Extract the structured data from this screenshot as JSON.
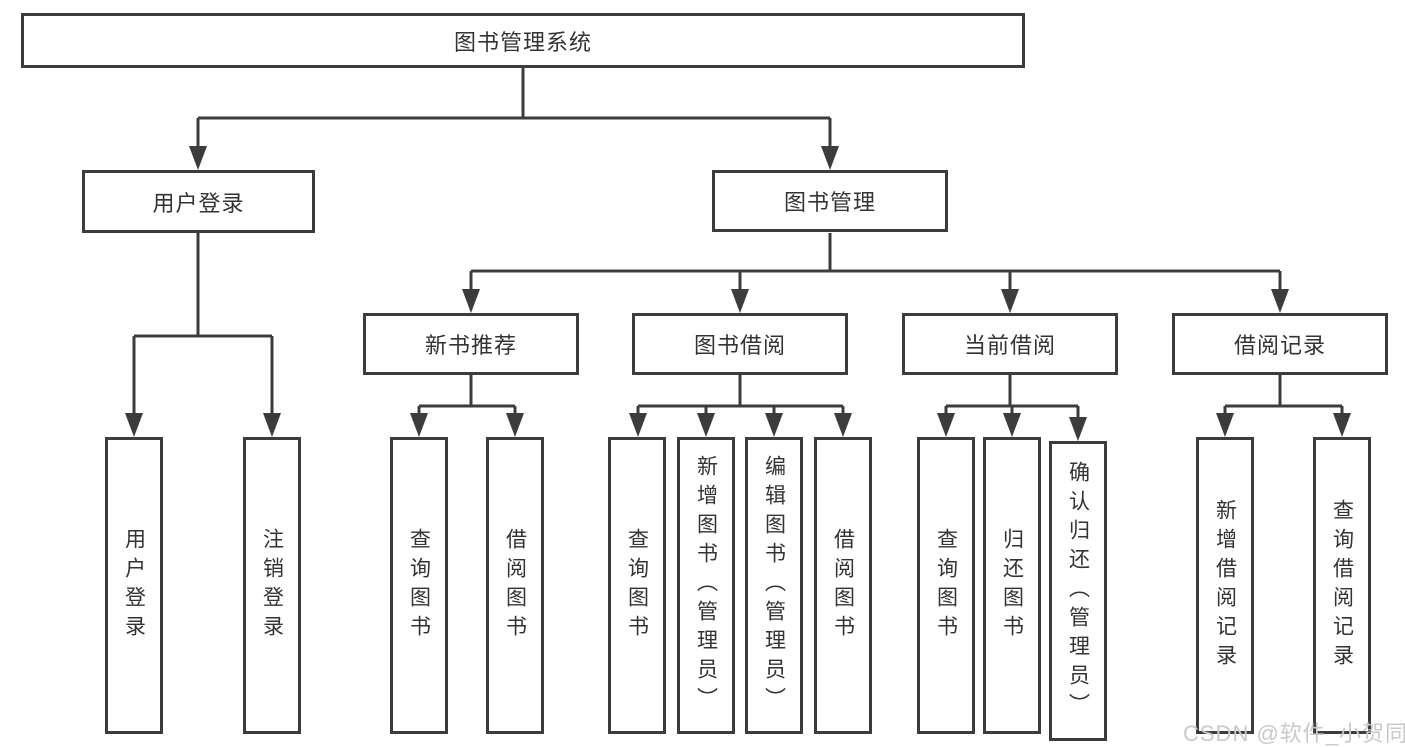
{
  "diagram": {
    "root": {
      "label": "图书管理系统"
    },
    "level2": [
      {
        "label": "用户登录"
      },
      {
        "label": "图书管理"
      }
    ],
    "level3": [
      {
        "label": "新书推荐"
      },
      {
        "label": "图书借阅"
      },
      {
        "label": "当前借阅"
      },
      {
        "label": "借阅记录"
      }
    ],
    "leaves": {
      "user": [
        "用户登录",
        "注销登录"
      ],
      "recommend": [
        "查询图书",
        "借阅图书"
      ],
      "borrow": [
        "查询图书",
        "新增图书（管理员）",
        "编辑图书（管理员）",
        "借阅图书"
      ],
      "current": [
        "查询图书",
        "归还图书",
        "确认归还（管理员）"
      ],
      "records": [
        "新增借阅记录",
        "查询借阅记录"
      ]
    }
  },
  "watermark": {
    "text": "CSDN @软件_小贺同学"
  },
  "colors": {
    "line": "#3c3c3c",
    "text": "#333333",
    "watermark": "#c9c9c9",
    "bg": "#ffffff"
  }
}
